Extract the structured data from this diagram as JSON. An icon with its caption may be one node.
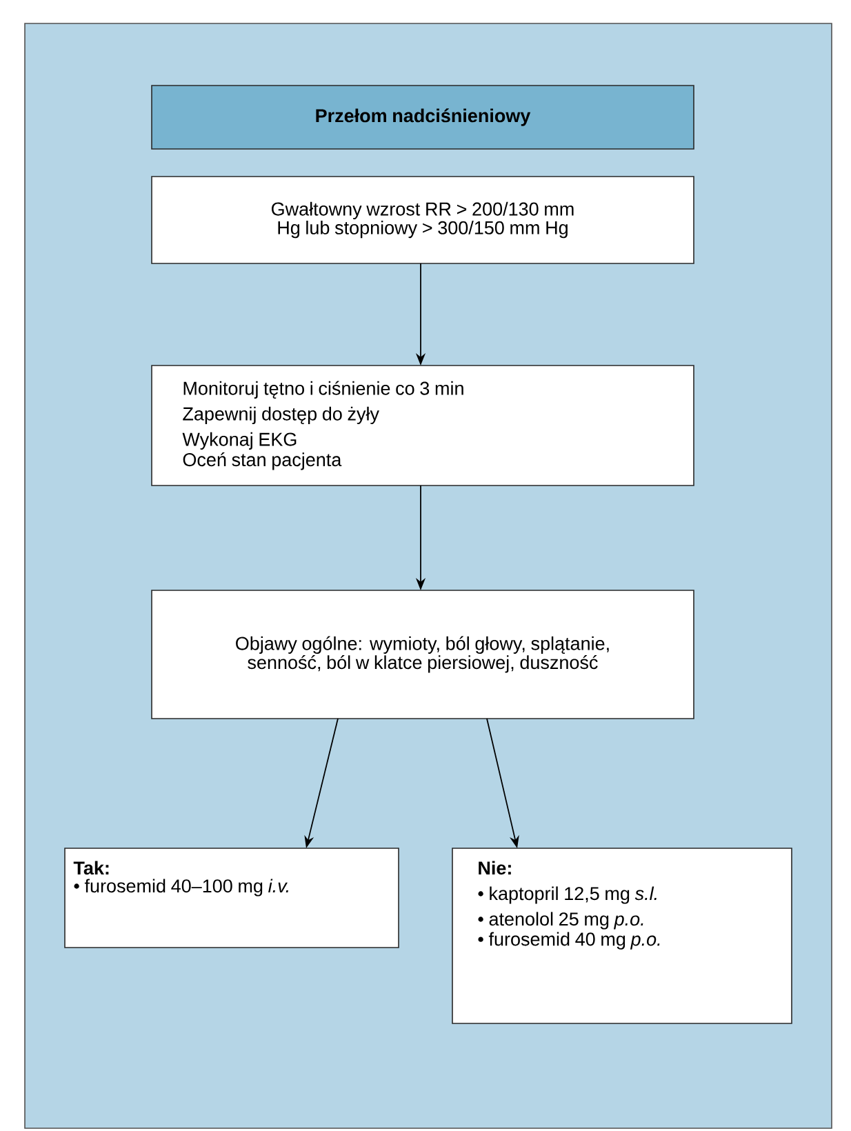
{
  "diagram": {
    "nodes": [
      {
        "text": [
          "Przełom nadciśnieniowy"
        ]
      },
      {
        "text": [
          "Gwałtowny wzrost RR > 200/130 mm Hg lub stopniowy > 300/150 mm Hg"
        ]
      },
      {
        "text": [
          "Monitoruj tętno i ciśnienie co 3 min",
          "Zapewnij dostęp do żyły",
          "Wykonaj EKG",
          "Oceń stan pacjenta"
        ]
      },
      {
        "text": [
          "Objawy ogólne: wymioty, ból głowy, splątanie, senność, ból w klatce piersiowej, duszność"
        ]
      },
      {
        "text": [
          "Tak:",
          "• furosemid 40–100 mg *i.v.*"
        ]
      },
      {
        "text": [
          "Nie:",
          "• kaptopril 12,5 mg *s.l.*",
          "• atenolol 25 mg *p.o.*",
          "• furosemid 40 mg *p.o.*"
        ]
      }
    ],
    "edges": [
      {
        "from": 1,
        "to": 2,
        "arrow": "to"
      },
      {
        "from": 2,
        "to": 3,
        "arrow": "to"
      },
      {
        "from": 3,
        "to": 4,
        "arrow": "to"
      },
      {
        "from": 3,
        "to": 5,
        "arrow": "to"
      }
    ]
  }
}
